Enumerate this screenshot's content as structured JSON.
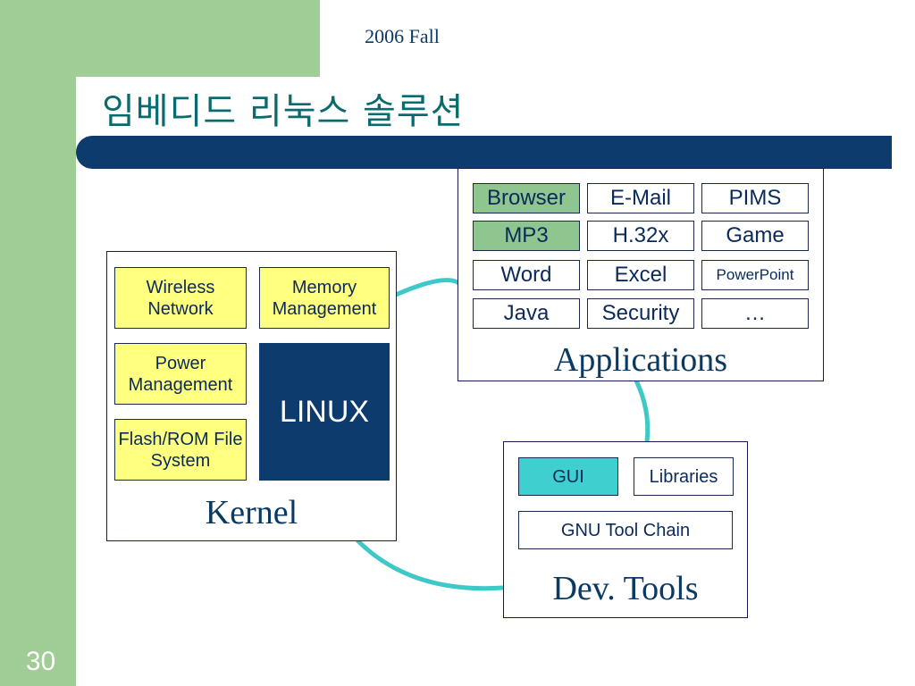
{
  "header": {
    "course": "2006 Fall"
  },
  "slide": {
    "title": "임베디드 리눅스 솔루션",
    "page_number": "30"
  },
  "colors": {
    "sidebar": "#a0cc96",
    "title_bar": "#0e3b6e",
    "app_highlight": "#8fc68f",
    "kernel_module": "#ffff80",
    "gui_highlight": "#3fcfcf",
    "connector": "#3ec8c8"
  },
  "applications": {
    "caption": "Applications",
    "items": [
      {
        "label": "Browser",
        "highlight": true
      },
      {
        "label": "E-Mail"
      },
      {
        "label": "PIMS"
      },
      {
        "label": "MP3",
        "highlight": true
      },
      {
        "label": "H.32x"
      },
      {
        "label": "Game"
      },
      {
        "label": "Word"
      },
      {
        "label": "Excel"
      },
      {
        "label": "PowerPoint"
      },
      {
        "label": "Java"
      },
      {
        "label": "Security"
      },
      {
        "label": "…"
      }
    ]
  },
  "kernel": {
    "caption": "Kernel",
    "modules": [
      {
        "label": "Wireless Network"
      },
      {
        "label": "Memory Management"
      },
      {
        "label": "Power Management"
      },
      {
        "label": "LINUX"
      },
      {
        "label": "Flash/ROM File System"
      }
    ]
  },
  "dev_tools": {
    "caption": "Dev. Tools",
    "items": [
      {
        "label": "GUI",
        "highlight": true
      },
      {
        "label": "Libraries"
      },
      {
        "label": "GNU Tool Chain"
      }
    ]
  }
}
